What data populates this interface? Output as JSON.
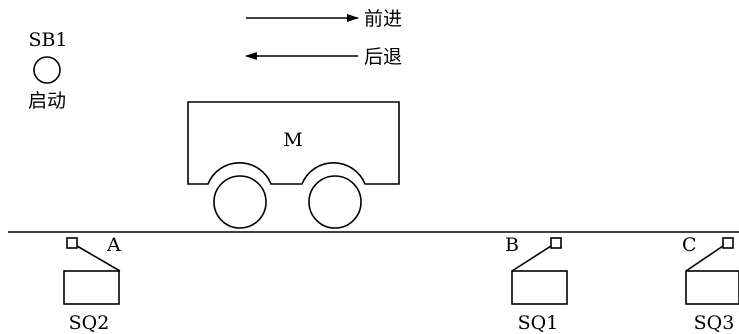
{
  "directions": {
    "forward_label": "前进",
    "backward_label": "后退"
  },
  "start_button": {
    "id_label": "SB1",
    "name_label": "启动"
  },
  "cart": {
    "label": "M"
  },
  "switches": [
    {
      "position_label": "A",
      "switch_label": "SQ2"
    },
    {
      "position_label": "B",
      "switch_label": "SQ1"
    },
    {
      "position_label": "C",
      "switch_label": "SQ3"
    }
  ]
}
